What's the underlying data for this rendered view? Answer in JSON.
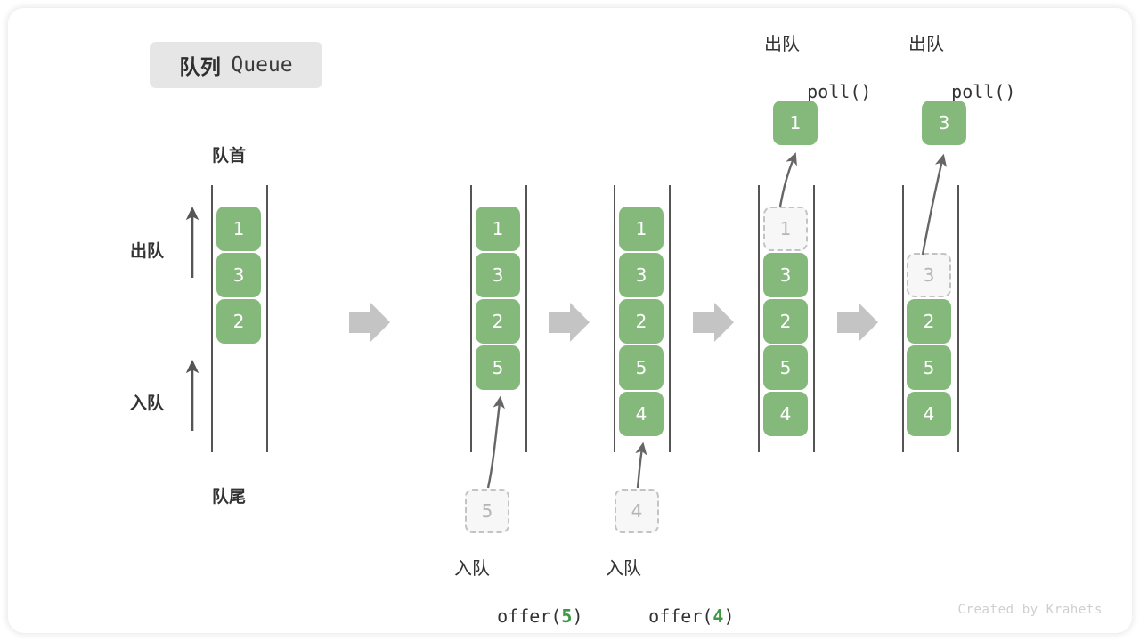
{
  "diagram": {
    "title_cn": "队列",
    "title_en": "Queue",
    "front_label": "队首",
    "rear_label": "队尾",
    "dequeue_axis_label": "出队",
    "enqueue_axis_label": "入队",
    "watermark": "Created by Krahets",
    "colors": {
      "element": "#85b97c",
      "element_text": "#ffffff",
      "ghost_fill": "#f7f7f7",
      "ghost_border": "#c3c3c3",
      "ghost_text": "#b5b5b5",
      "rail": "#555555",
      "arrow": "#666666",
      "step_arrow": "#c4c4c4",
      "chip_bg": "#e6e6e6",
      "accent_arg": "#3c9a45",
      "text": "#333333"
    },
    "columns": [
      {
        "id": "state-initial",
        "elements": [
          "1",
          "3",
          "2"
        ],
        "ghost_slot": null,
        "popped": null,
        "op_cn": null,
        "op_code": null,
        "op_arg": null
      },
      {
        "id": "after-offer-5",
        "elements": [
          "1",
          "3",
          "2",
          "5"
        ],
        "ghost_slot": null,
        "incoming": "5",
        "popped": null,
        "op_cn": "入队",
        "op_code_prefix": "offer(",
        "op_arg": "5",
        "op_code_suffix": ")"
      },
      {
        "id": "after-offer-4",
        "elements": [
          "1",
          "3",
          "2",
          "5",
          "4"
        ],
        "ghost_slot": null,
        "incoming": "4",
        "popped": null,
        "op_cn": "入队",
        "op_code_prefix": "offer(",
        "op_arg": "4",
        "op_code_suffix": ")"
      },
      {
        "id": "poll-1",
        "elements": [
          "1",
          "3",
          "2",
          "5",
          "4"
        ],
        "ghost_index": 0,
        "popped": "1",
        "op_cn": "出队",
        "op_code_prefix": "poll(",
        "op_arg": "",
        "op_code_suffix": ")"
      },
      {
        "id": "poll-3",
        "elements": [
          "3",
          "2",
          "5",
          "4"
        ],
        "ghost_index": 0,
        "popped": "3",
        "op_cn": "出队",
        "op_code_prefix": "poll(",
        "op_arg": "",
        "op_code_suffix": ")"
      }
    ],
    "step_arrows": 4
  }
}
